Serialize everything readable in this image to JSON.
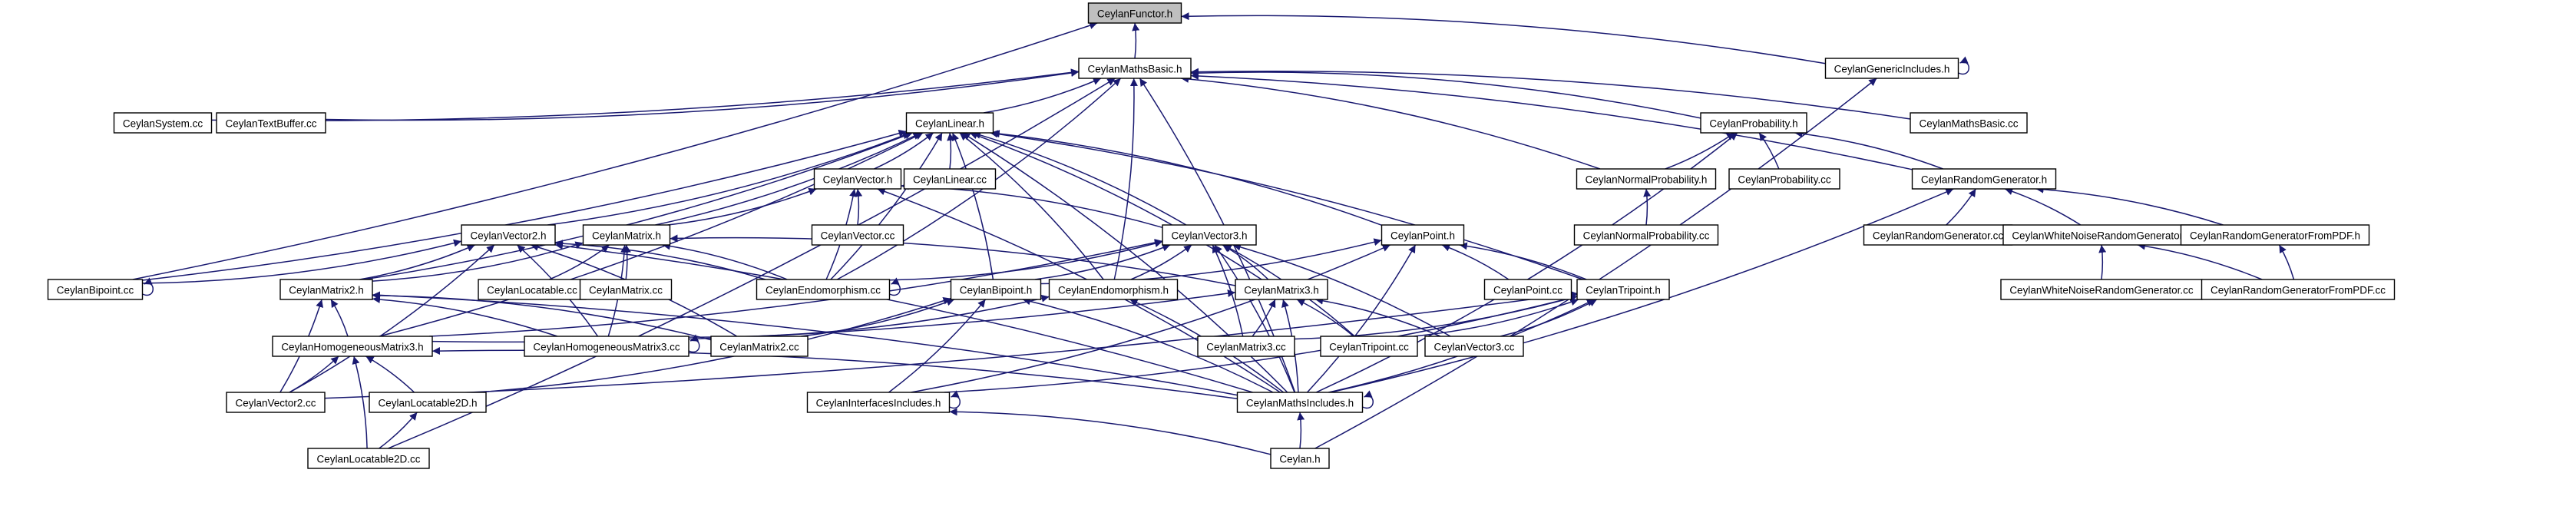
{
  "graph": {
    "title": "CeylanFunctor.h",
    "edge_color": "#191970",
    "root_fill": "#bfbfbf",
    "nodes": [
      {
        "id": "functor",
        "label": "CeylanFunctor.h",
        "root": true
      },
      {
        "id": "mathsbasic_h",
        "label": "CeylanMathsBasic.h"
      },
      {
        "id": "genericincludes",
        "label": "CeylanGenericIncludes.h"
      },
      {
        "id": "system_cc",
        "label": "CeylanSystem.cc"
      },
      {
        "id": "textbuffer_cc",
        "label": "CeylanTextBuffer.cc"
      },
      {
        "id": "linear_h",
        "label": "CeylanLinear.h"
      },
      {
        "id": "probability_h",
        "label": "CeylanProbability.h"
      },
      {
        "id": "mathsbasic_cc",
        "label": "CeylanMathsBasic.cc"
      },
      {
        "id": "vector_h",
        "label": "CeylanVector.h"
      },
      {
        "id": "linear_cc",
        "label": "CeylanLinear.cc"
      },
      {
        "id": "normprob_h",
        "label": "CeylanNormalProbability.h"
      },
      {
        "id": "probability_cc",
        "label": "CeylanProbability.cc"
      },
      {
        "id": "randgen_h",
        "label": "CeylanRandomGenerator.h"
      },
      {
        "id": "vector_cc",
        "label": "CeylanVector.cc"
      },
      {
        "id": "normprob_cc",
        "label": "CeylanNormalProbability.cc"
      },
      {
        "id": "vector2_h",
        "label": "CeylanVector2.h"
      },
      {
        "id": "matrix_h",
        "label": "CeylanMatrix.h"
      },
      {
        "id": "vector3_h",
        "label": "CeylanVector3.h"
      },
      {
        "id": "point_h",
        "label": "CeylanPoint.h"
      },
      {
        "id": "randgen_cc",
        "label": "CeylanRandomGenerator.cc"
      },
      {
        "id": "whitenoise_h",
        "label": "CeylanWhiteNoiseRandomGenerator.h"
      },
      {
        "id": "randpdf_h",
        "label": "CeylanRandomGeneratorFromPDF.h"
      },
      {
        "id": "bipoint_cc",
        "label": "CeylanBipoint.cc"
      },
      {
        "id": "matrix2_h",
        "label": "CeylanMatrix2.h"
      },
      {
        "id": "locatable_cc",
        "label": "CeylanLocatable.cc"
      },
      {
        "id": "matrix_cc",
        "label": "CeylanMatrix.cc"
      },
      {
        "id": "endo_cc",
        "label": "CeylanEndomorphism.cc"
      },
      {
        "id": "bipoint_h",
        "label": "CeylanBipoint.h"
      },
      {
        "id": "endo_h",
        "label": "CeylanEndomorphism.h"
      },
      {
        "id": "matrix3_h",
        "label": "CeylanMatrix3.h"
      },
      {
        "id": "point_cc",
        "label": "CeylanPoint.cc"
      },
      {
        "id": "tripoint_h",
        "label": "CeylanTripoint.h"
      },
      {
        "id": "whitenoise_cc",
        "label": "CeylanWhiteNoiseRandomGenerator.cc"
      },
      {
        "id": "randpdf_cc",
        "label": "CeylanRandomGeneratorFromPDF.cc"
      },
      {
        "id": "hommatrix3_h",
        "label": "CeylanHomogeneousMatrix3.h"
      },
      {
        "id": "hommatrix3_cc",
        "label": "CeylanHomogeneousMatrix3.cc"
      },
      {
        "id": "matrix2_cc",
        "label": "CeylanMatrix2.cc"
      },
      {
        "id": "matrix3_cc",
        "label": "CeylanMatrix3.cc"
      },
      {
        "id": "tripoint_cc",
        "label": "CeylanTripoint.cc"
      },
      {
        "id": "vector3_cc",
        "label": "CeylanVector3.cc"
      },
      {
        "id": "vector2_cc",
        "label": "CeylanVector2.cc"
      },
      {
        "id": "locatable2d_h",
        "label": "CeylanLocatable2D.h"
      },
      {
        "id": "interfaces_h",
        "label": "CeylanInterfacesIncludes.h"
      },
      {
        "id": "mathsincludes_h",
        "label": "CeylanMathsIncludes.h"
      },
      {
        "id": "locatable2d_cc",
        "label": "CeylanLocatable2D.cc"
      },
      {
        "id": "ceylan_h",
        "label": "Ceylan.h"
      }
    ],
    "edges": [
      [
        "mathsbasic_h",
        "functor"
      ],
      [
        "genericincludes",
        "functor"
      ],
      [
        "bipoint_cc",
        "functor"
      ],
      [
        "genericincludes",
        "genericincludes"
      ],
      [
        "ceylan_h",
        "genericincludes"
      ],
      [
        "system_cc",
        "mathsbasic_h"
      ],
      [
        "textbuffer_cc",
        "mathsbasic_h"
      ],
      [
        "linear_h",
        "mathsbasic_h"
      ],
      [
        "probability_h",
        "mathsbasic_h"
      ],
      [
        "mathsbasic_cc",
        "mathsbasic_h"
      ],
      [
        "normprob_h",
        "mathsbasic_h"
      ],
      [
        "randgen_h",
        "mathsbasic_h"
      ],
      [
        "endo_h",
        "mathsbasic_h"
      ],
      [
        "endo_cc",
        "mathsbasic_h"
      ],
      [
        "mathsincludes_h",
        "mathsbasic_h"
      ],
      [
        "locatable2d_cc",
        "mathsbasic_h"
      ],
      [
        "vector_h",
        "linear_h"
      ],
      [
        "linear_cc",
        "linear_h"
      ],
      [
        "vector2_h",
        "linear_h"
      ],
      [
        "matrix_h",
        "linear_h"
      ],
      [
        "vector3_h",
        "linear_h"
      ],
      [
        "point_h",
        "linear_h"
      ],
      [
        "bipoint_h",
        "linear_h"
      ],
      [
        "bipoint_cc",
        "linear_h"
      ],
      [
        "matrix2_h",
        "linear_h"
      ],
      [
        "endo_cc",
        "linear_h"
      ],
      [
        "endo_h",
        "linear_h"
      ],
      [
        "matrix3_h",
        "linear_h"
      ],
      [
        "tripoint_h",
        "linear_h"
      ],
      [
        "hommatrix3_h",
        "linear_h"
      ],
      [
        "mathsincludes_h",
        "linear_h"
      ],
      [
        "normprob_h",
        "probability_h"
      ],
      [
        "probability_cc",
        "probability_h"
      ],
      [
        "randgen_h",
        "probability_h"
      ],
      [
        "mathsincludes_h",
        "probability_h"
      ],
      [
        "normprob_cc",
        "normprob_h"
      ],
      [
        "randgen_cc",
        "randgen_h"
      ],
      [
        "whitenoise_h",
        "randgen_h"
      ],
      [
        "randpdf_h",
        "randgen_h"
      ],
      [
        "mathsincludes_h",
        "randgen_h"
      ],
      [
        "whitenoise_cc",
        "whitenoise_h"
      ],
      [
        "randpdf_cc",
        "whitenoise_h"
      ],
      [
        "randpdf_cc",
        "randpdf_h"
      ],
      [
        "vector_cc",
        "vector_h"
      ],
      [
        "matrix_h",
        "vector_h"
      ],
      [
        "vector3_h",
        "vector_h"
      ],
      [
        "endo_cc",
        "vector_h"
      ],
      [
        "mathsincludes_h",
        "vector_h"
      ],
      [
        "bipoint_cc",
        "vector2_h"
      ],
      [
        "matrix2_h",
        "vector2_h"
      ],
      [
        "endo_cc",
        "vector2_h"
      ],
      [
        "hommatrix3_cc",
        "vector2_h"
      ],
      [
        "matrix2_cc",
        "vector2_h"
      ],
      [
        "vector2_cc",
        "vector2_h"
      ],
      [
        "mathsincludes_h",
        "vector2_h"
      ],
      [
        "locatable_cc",
        "matrix_h"
      ],
      [
        "matrix_cc",
        "matrix_h"
      ],
      [
        "matrix2_h",
        "matrix_h"
      ],
      [
        "matrix3_h",
        "matrix_h"
      ],
      [
        "endo_cc",
        "matrix_h"
      ],
      [
        "hommatrix3_cc",
        "matrix_h"
      ],
      [
        "bipoint_h",
        "vector3_h"
      ],
      [
        "endo_h",
        "vector3_h"
      ],
      [
        "matrix3_h",
        "vector3_h"
      ],
      [
        "hommatrix3_h",
        "vector3_h"
      ],
      [
        "matrix3_cc",
        "vector3_h"
      ],
      [
        "tripoint_cc",
        "vector3_h"
      ],
      [
        "vector3_cc",
        "vector3_h"
      ],
      [
        "mathsincludes_h",
        "vector3_h"
      ],
      [
        "endo_cc",
        "vector3_h"
      ],
      [
        "bipoint_h",
        "point_h"
      ],
      [
        "point_cc",
        "point_h"
      ],
      [
        "tripoint_h",
        "point_h"
      ],
      [
        "mathsincludes_h",
        "point_h"
      ],
      [
        "interfaces_h",
        "point_h"
      ],
      [
        "bipoint_cc",
        "bipoint_cc"
      ],
      [
        "endo_cc",
        "endo_cc"
      ],
      [
        "hommatrix3_cc",
        "hommatrix3_cc"
      ],
      [
        "interfaces_h",
        "interfaces_h"
      ],
      [
        "mathsincludes_h",
        "mathsincludes_h"
      ],
      [
        "hommatrix3_h",
        "matrix2_h"
      ],
      [
        "hommatrix3_cc",
        "matrix2_h"
      ],
      [
        "matrix2_cc",
        "matrix2_h"
      ],
      [
        "vector2_cc",
        "matrix2_h"
      ],
      [
        "mathsincludes_h",
        "matrix2_h"
      ],
      [
        "matrix2_cc",
        "bipoint_h"
      ],
      [
        "interfaces_h",
        "bipoint_h"
      ],
      [
        "locatable2d_h",
        "bipoint_h"
      ],
      [
        "mathsincludes_h",
        "bipoint_h"
      ],
      [
        "hommatrix3_cc",
        "endo_h"
      ],
      [
        "mathsincludes_h",
        "endo_h"
      ],
      [
        "hommatrix3_h",
        "matrix3_h"
      ],
      [
        "matrix3_cc",
        "matrix3_h"
      ],
      [
        "tripoint_cc",
        "matrix3_h"
      ],
      [
        "vector3_cc",
        "matrix3_h"
      ],
      [
        "mathsincludes_h",
        "matrix3_h"
      ],
      [
        "matrix3_cc",
        "tripoint_h"
      ],
      [
        "tripoint_cc",
        "tripoint_h"
      ],
      [
        "vector3_cc",
        "tripoint_h"
      ],
      [
        "interfaces_h",
        "tripoint_h"
      ],
      [
        "mathsincludes_h",
        "tripoint_h"
      ],
      [
        "vector2_cc",
        "tripoint_h"
      ],
      [
        "vector2_cc",
        "hommatrix3_h"
      ],
      [
        "locatable2d_h",
        "hommatrix3_h"
      ],
      [
        "locatable2d_cc",
        "hommatrix3_h"
      ],
      [
        "mathsincludes_h",
        "hommatrix3_h"
      ],
      [
        "locatable2d_cc",
        "locatable2d_h"
      ],
      [
        "ceylan_h",
        "interfaces_h"
      ],
      [
        "ceylan_h",
        "mathsincludes_h"
      ]
    ]
  }
}
